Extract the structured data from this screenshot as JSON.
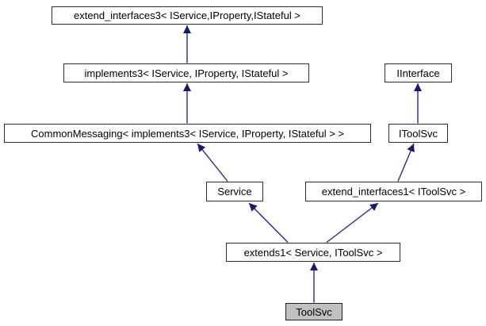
{
  "diagram": {
    "kind": "class-inheritance-graph",
    "colors": {
      "background": "#ffffff",
      "node_fill": "#ffffff",
      "node_border": "#2e2e2e",
      "selected_node_fill": "#c0c0c0",
      "arrow": "#191970",
      "text": "#000000"
    },
    "nodes": [
      {
        "id": "extend_interfaces3",
        "label": "extend_interfaces3< IService,IProperty,IStateful >",
        "selected": false
      },
      {
        "id": "implements3",
        "label": "implements3< IService, IProperty, IStateful >",
        "selected": false
      },
      {
        "id": "IInterface",
        "label": "IInterface",
        "selected": false
      },
      {
        "id": "CommonMessaging",
        "label": "CommonMessaging< implements3< IService, IProperty, IStateful > >",
        "selected": false
      },
      {
        "id": "IToolSvc",
        "label": "IToolSvc",
        "selected": false
      },
      {
        "id": "Service",
        "label": "Service",
        "selected": false
      },
      {
        "id": "extend_interfaces1",
        "label": "extend_interfaces1< IToolSvc >",
        "selected": false
      },
      {
        "id": "extends1",
        "label": "extends1< Service, IToolSvc >",
        "selected": false
      },
      {
        "id": "ToolSvc",
        "label": "ToolSvc",
        "selected": true
      }
    ],
    "edges": [
      {
        "from": "implements3",
        "to": "extend_interfaces3"
      },
      {
        "from": "CommonMessaging",
        "to": "implements3"
      },
      {
        "from": "Service",
        "to": "CommonMessaging"
      },
      {
        "from": "IToolSvc",
        "to": "IInterface"
      },
      {
        "from": "extend_interfaces1",
        "to": "IToolSvc"
      },
      {
        "from": "extends1",
        "to": "Service"
      },
      {
        "from": "extends1",
        "to": "extend_interfaces1"
      },
      {
        "from": "ToolSvc",
        "to": "extends1"
      }
    ]
  }
}
